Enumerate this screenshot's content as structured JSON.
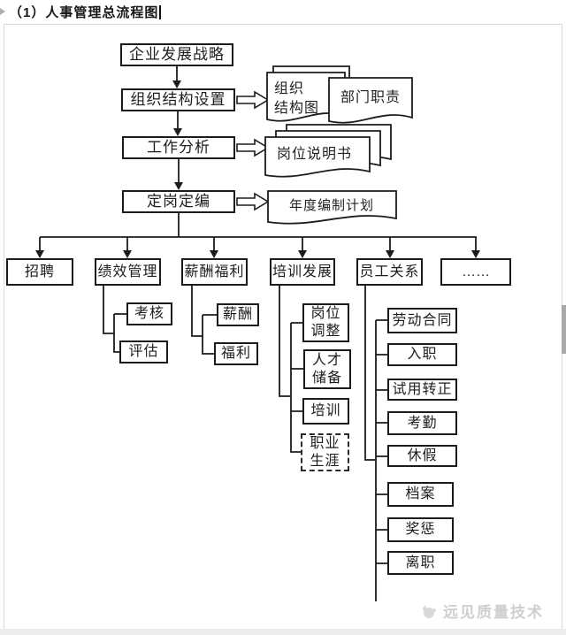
{
  "title": "（1）人事管理总流程图",
  "main_flow": {
    "strategy": "企业发展战略",
    "org_setup": "组织结构设置",
    "job_analysis": "工作分析",
    "staffing": "定岗定编"
  },
  "documents": {
    "org_chart": "组织\n结构图",
    "dept_duty": "部门职责",
    "job_desc": "岗位说明书",
    "annual_plan": "年度编制计划"
  },
  "branches": {
    "recruit": "招聘",
    "performance": "绩效管理",
    "compensation": "薪酬福利",
    "training": "培训发展",
    "employee_relations": "员工关系",
    "more": "……"
  },
  "performance_children": {
    "assess": "考核",
    "evaluate": "评估"
  },
  "compensation_children": {
    "salary": "薪酬",
    "welfare": "福利"
  },
  "training_children": {
    "position_adjust": "岗位\n调整",
    "talent_reserve": "人才\n储备",
    "training": "培训",
    "career": "职业\n生涯"
  },
  "employee_children": {
    "labor_contract": "劳动合同",
    "onboarding": "入职",
    "probation": "试用转正",
    "attendance": "考勤",
    "leave": "休假",
    "archives": "档案",
    "rewards": "奖惩",
    "resignation": "离职"
  },
  "watermark": {
    "text": "远见质量技术"
  },
  "colors": {
    "line": "#1c1c1c",
    "box_border": "#1b1b1b",
    "canvas_border": "#dcdcdc",
    "watermark": "#cfcfcf"
  }
}
